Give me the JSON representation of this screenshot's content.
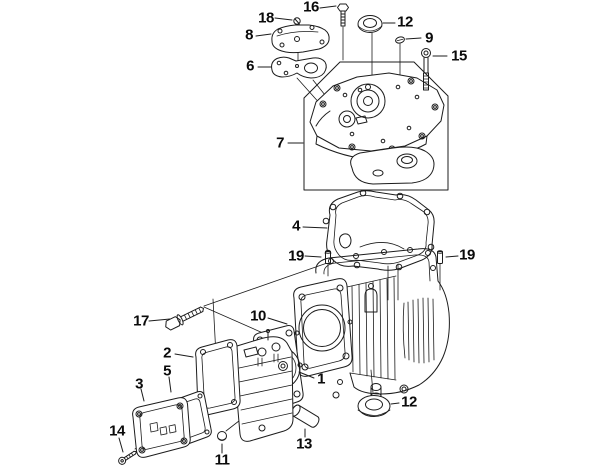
{
  "page": {
    "background": "#ffffff"
  },
  "diagram": {
    "title": "engine-cylinder-crankcase-exploded-view",
    "stroke_color": "#1c1c1c",
    "label_color": "#0a0a0a",
    "callouts": [
      {
        "ref": "16"
      },
      {
        "ref": "18"
      },
      {
        "ref": "8"
      },
      {
        "ref": "6"
      },
      {
        "ref": "12"
      },
      {
        "ref": "9"
      },
      {
        "ref": "15"
      },
      {
        "ref": "7"
      },
      {
        "ref": "4"
      },
      {
        "ref": "19"
      },
      {
        "ref": "19"
      },
      {
        "ref": "17"
      },
      {
        "ref": "10"
      },
      {
        "ref": "2"
      },
      {
        "ref": "5"
      },
      {
        "ref": "3"
      },
      {
        "ref": "1"
      },
      {
        "ref": "14"
      },
      {
        "ref": "11"
      },
      {
        "ref": "13"
      },
      {
        "ref": "12"
      }
    ]
  }
}
